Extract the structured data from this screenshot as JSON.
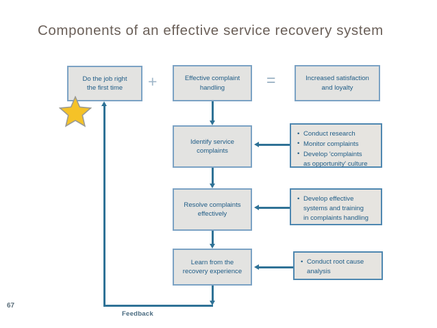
{
  "slide": {
    "title": "Components of an effective service recovery system",
    "page_number": "67",
    "feedback_label": "Feedback",
    "colors": {
      "title": "#6b6059",
      "node_fill": "#e3e3e1",
      "node_border": "#7ba2c4",
      "panel_border": "#4e87b0",
      "text": "#1f5c86",
      "connector": "#2f7296",
      "star_fill": "#f5c227",
      "star_stroke": "#9a9a93"
    }
  },
  "equation_row": {
    "boxes": [
      {
        "id": "do-job-right",
        "label": "Do the job right\nthe first time"
      },
      {
        "id": "effective-complaint-handling",
        "label": "Effective complaint\nhandling"
      },
      {
        "id": "increased-satisfaction",
        "label": "Increased satisfaction\nand loyalty"
      }
    ],
    "operators": [
      {
        "id": "plus",
        "symbol": "+"
      },
      {
        "id": "equals",
        "symbol": "="
      }
    ]
  },
  "process_steps": [
    {
      "id": "identify-service-complaints",
      "label": "Identify service\ncomplaints"
    },
    {
      "id": "resolve-complaints-effectively",
      "label": "Resolve complaints\neffectively"
    },
    {
      "id": "learn-from-recovery",
      "label": "Learn from the\nrecovery experience"
    }
  ],
  "action_panels": [
    {
      "id": "panel-identify",
      "bullets": [
        "Conduct research",
        "Monitor complaints",
        "Develop 'complaints\nas opportunity' culture"
      ]
    },
    {
      "id": "panel-resolve",
      "bullets": [
        "Develop effective\nsystems and training\nin complaints handling"
      ]
    },
    {
      "id": "panel-learn",
      "bullets": [
        "Conduct root cause\nanalysis"
      ]
    }
  ],
  "star": {
    "id": "gold-star",
    "points": 5
  }
}
